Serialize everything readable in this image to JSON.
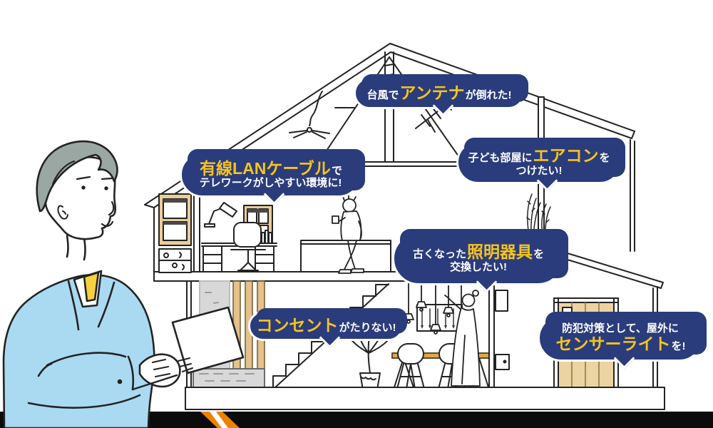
{
  "bubbles": [
    {
      "id": "antenna",
      "lines": [
        [
          {
            "t": "台風で",
            "em": false
          },
          {
            "t": "アンテナ",
            "em": true
          },
          {
            "t": "が倒れた!",
            "em": false
          }
        ]
      ]
    },
    {
      "id": "aircon",
      "lines": [
        [
          {
            "t": "子ども部屋に",
            "em": false
          },
          {
            "t": "エアコン",
            "em": true
          },
          {
            "t": "を",
            "em": false
          }
        ],
        [
          {
            "t": "つけたい!",
            "em": false
          }
        ]
      ]
    },
    {
      "id": "lan-cable",
      "lines": [
        [
          {
            "t": "有線LANケーブル",
            "em": true
          },
          {
            "t": "で",
            "em": false
          }
        ],
        [
          {
            "t": "テレワークがしやすい環境に!",
            "em": false
          }
        ]
      ]
    },
    {
      "id": "lighting",
      "lines": [
        [
          {
            "t": "古くなった",
            "em": false
          },
          {
            "t": "照明器具",
            "em": true
          },
          {
            "t": "を",
            "em": false
          }
        ],
        [
          {
            "t": "交換したい!",
            "em": false
          }
        ]
      ]
    },
    {
      "id": "outlet",
      "lines": [
        [
          {
            "t": "コンセント",
            "em": true
          },
          {
            "t": "がたりない!",
            "em": false
          }
        ]
      ]
    },
    {
      "id": "sensor-light",
      "lines": [
        [
          {
            "t": "防犯対策として、屋外に",
            "em": false
          }
        ],
        [
          {
            "t": "センサーライト",
            "em": true
          },
          {
            "t": "を!",
            "em": false
          }
        ]
      ]
    }
  ],
  "colors": {
    "bubble_navy": "#2a3c7b",
    "highlight_yellow": "#f6c41d",
    "accent_orange": "#ee8100",
    "bottom_bar_black": "#0b0b0b",
    "line_art": "#232323",
    "wood_tan": "#e9cd9b",
    "worker_jacket_blue": "#aadaf2",
    "worker_hair_gray": "#9ba7a3"
  },
  "scene": {
    "house": "two-story-house-cross-section-illustration",
    "worker": "electrician-worker-with-clipboard-illustration",
    "details": [
      "gable-roof-truss",
      "fallen-tv-antenna",
      "ceiling-fan",
      "home-office-desk",
      "kitchen-counter-person",
      "staircase",
      "potted-palm",
      "pendant-lights",
      "dining-table-chairs",
      "entrance-door-steps",
      "concrete-wall",
      "sensor-area"
    ]
  }
}
